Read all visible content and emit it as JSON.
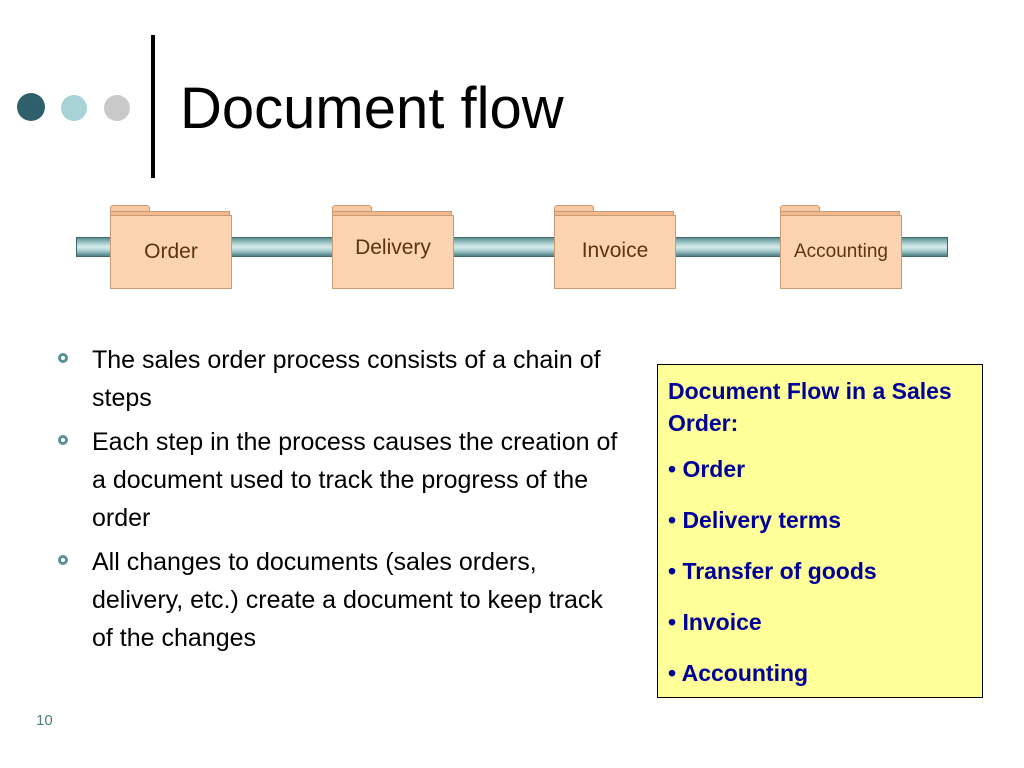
{
  "slide": {
    "title": "Document flow",
    "page_number": "10"
  },
  "flow": {
    "steps": [
      "Order",
      "Delivery",
      "Invoice",
      "Accounting"
    ]
  },
  "bullets": [
    "The sales order process consists of a chain of steps",
    "Each step in the process causes the creation of a document used to track the progress of the order",
    "All changes to documents (sales orders, delivery, etc.) create a document to keep track of the changes"
  ],
  "callout": {
    "title": "Document Flow in a Sales Order:",
    "items": [
      "• Order",
      "• Delivery terms",
      "• Transfer of goods",
      "• Invoice",
      "• Accounting"
    ]
  },
  "colors": {
    "title_dot_dark": "#2f5f6b",
    "title_dot_light": "#a8d3d6",
    "title_dot_gray": "#c9c9c9",
    "folder_fill": "#fcd4b2",
    "callout_fill": "#ffff99",
    "callout_text": "#000099",
    "pipe": "#a9cfd1"
  },
  "icons": [
    "circle-dot",
    "folder-icon",
    "pipe-connector"
  ]
}
